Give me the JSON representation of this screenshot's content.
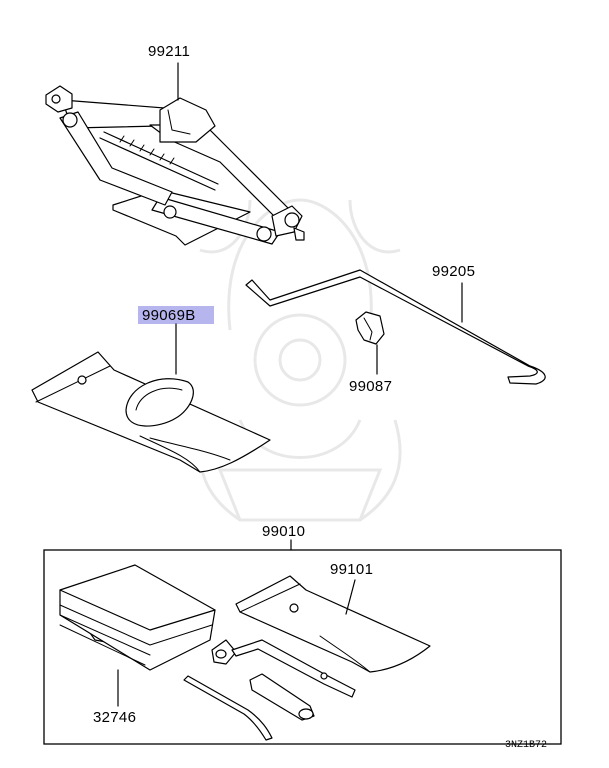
{
  "diagram": {
    "callouts": {
      "jack": "99211",
      "bag": "99069B",
      "handle": "99205",
      "clip": "99087",
      "kit": "99010",
      "wrench_bag": "99101",
      "manual": "32746"
    },
    "diagram_code": "3NZ1B72",
    "highlight_color": "#b7b5ee"
  }
}
